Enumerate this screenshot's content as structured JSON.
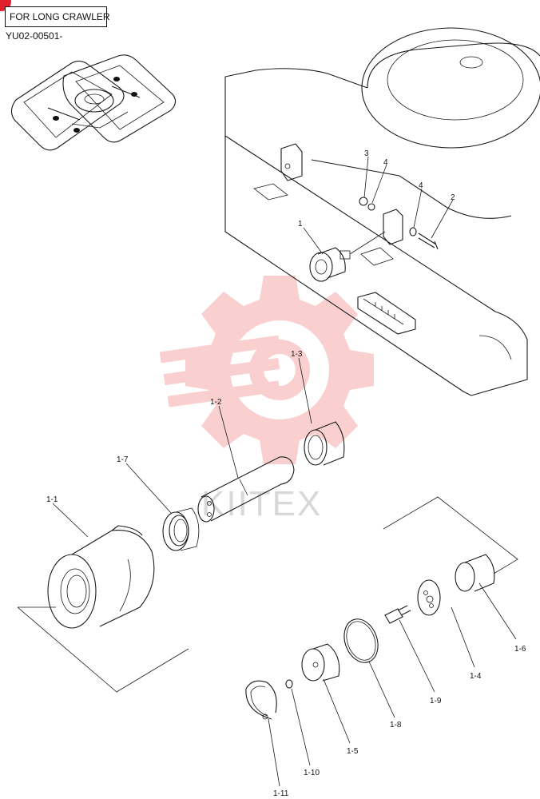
{
  "header": {
    "title": "FOR LONG CRAWLER",
    "code": "YU02-00501-"
  },
  "watermark": {
    "text": "KIITEX",
    "color": "#f5a8a8"
  },
  "callouts": [
    {
      "id": "1",
      "label": "1"
    },
    {
      "id": "2",
      "label": "2"
    },
    {
      "id": "3",
      "label": "3"
    },
    {
      "id": "4a",
      "label": "4"
    },
    {
      "id": "4b",
      "label": "4"
    },
    {
      "id": "1-1",
      "label": "1-1"
    },
    {
      "id": "1-2",
      "label": "1-2"
    },
    {
      "id": "1-3",
      "label": "1-3"
    },
    {
      "id": "1-4",
      "label": "1-4"
    },
    {
      "id": "1-5",
      "label": "1-5"
    },
    {
      "id": "1-6",
      "label": "1-6"
    },
    {
      "id": "1-7",
      "label": "1-7"
    },
    {
      "id": "1-8",
      "label": "1-8"
    },
    {
      "id": "1-9",
      "label": "1-9"
    },
    {
      "id": "1-10",
      "label": "1-10"
    },
    {
      "id": "1-11",
      "label": "1-11"
    }
  ]
}
